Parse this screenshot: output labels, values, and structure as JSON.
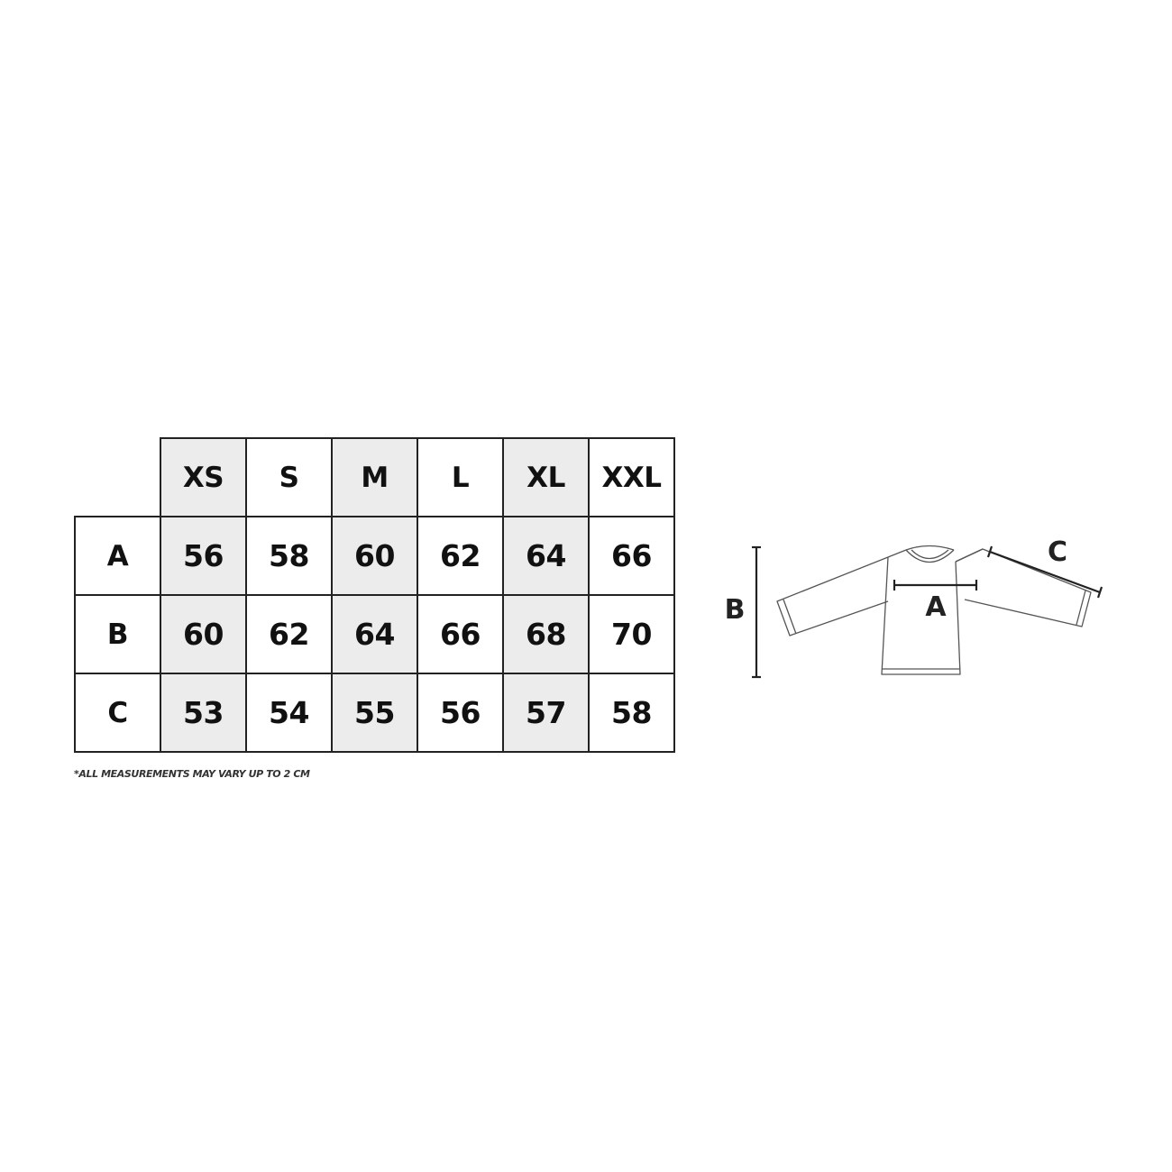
{
  "size_chart": {
    "sizes": [
      "XS",
      "S",
      "M",
      "L",
      "XL",
      "XXL"
    ],
    "rows": [
      {
        "label": "A",
        "values": [
          "56",
          "58",
          "60",
          "62",
          "64",
          "66"
        ]
      },
      {
        "label": "B",
        "values": [
          "60",
          "62",
          "64",
          "66",
          "68",
          "70"
        ]
      },
      {
        "label": "C",
        "values": [
          "53",
          "54",
          "55",
          "56",
          "57",
          "58"
        ]
      }
    ],
    "footnote": "*ALL MEASUREMENTS MAY VARY UP TO 2 CM"
  },
  "diagram": {
    "labels": {
      "a": "A",
      "b": "B",
      "c": "C"
    }
  },
  "colors": {
    "ink": "#222222",
    "shade": "#ececec",
    "background": "#ffffff"
  }
}
